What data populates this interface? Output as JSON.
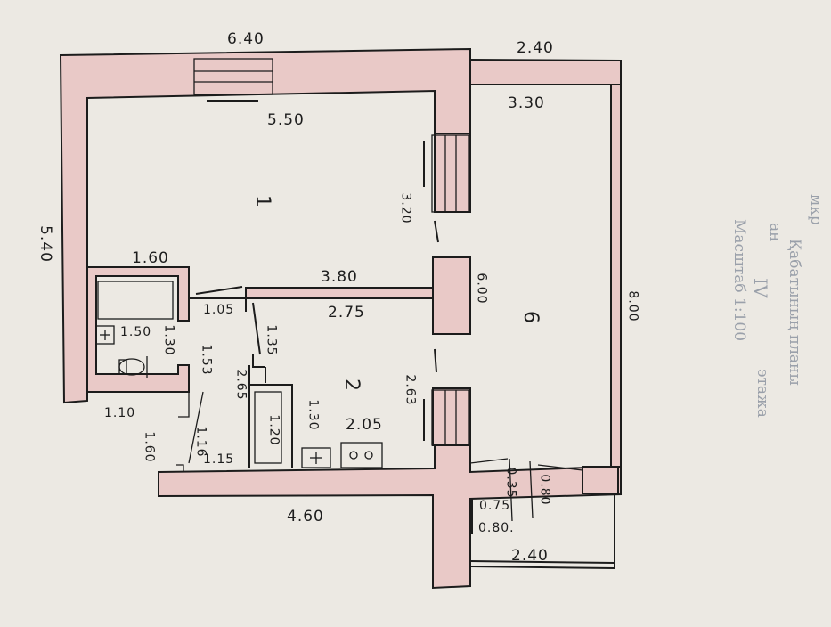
{
  "dimensions": {
    "top_width": "6.40",
    "top_right": "2.40",
    "room1_width": "5.50",
    "room6_width": "3.30",
    "left_height": "5.40",
    "room1_depth": "3.20",
    "bath_width": "1.60",
    "room2_width": "3.80",
    "door_1_05": "1.05",
    "room2_depth": "2.75",
    "wall_6_00": "6.00",
    "right_height": "8.00",
    "bath_1_50": "1.50",
    "bath_1_30": "1.30",
    "wc_1_53": "1.53",
    "corridor_1_35": "1.35",
    "closet_2_65": "2.65",
    "room2_2_63": "2.63",
    "closet_1_20": "1.20",
    "kitchen_1_30": "1.30",
    "kitchen_2_05": "2.05",
    "hall_1_10": "1.10",
    "hall_1_60": "1.60",
    "hall_1_16": "1.16",
    "hall_1_15": "1.15",
    "bottom_4_60": "4.60",
    "balcony_0_35": "0.35",
    "balcony_0_75": "0.75",
    "balcony_0_80": "0.80",
    "balcony_0_80b": "0.80.",
    "bottom_2_40": "2.40"
  },
  "rooms": {
    "room1": "1",
    "room2": "2",
    "room6": "6"
  },
  "title_block": {
    "line1": "мкр",
    "line2": "Қабатының планы",
    "line3": "ан",
    "line4": "IV",
    "line5": "этажа",
    "line6": "Масштаб 1:100"
  },
  "colors": {
    "wall": "#e9c9c7",
    "outline": "#1c1c1c",
    "paper": "#ece9e3"
  }
}
